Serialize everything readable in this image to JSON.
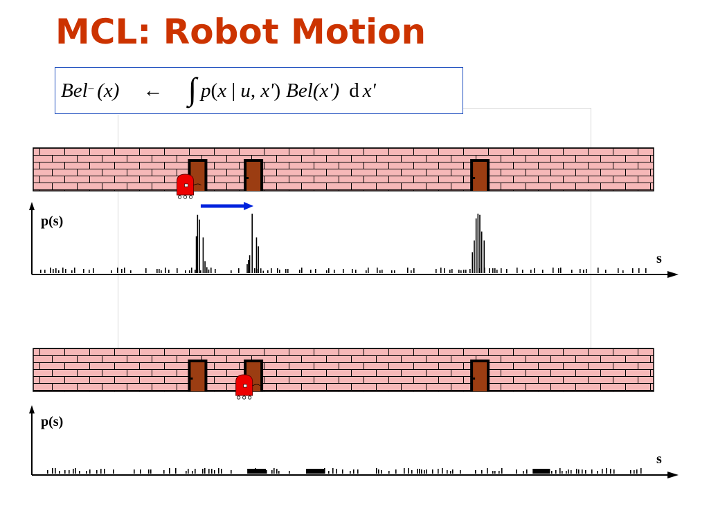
{
  "slide": {
    "title": "MCL: Robot Motion",
    "formula": {
      "lhs_fn": "Bel",
      "lhs_sup": "−",
      "lhs_arg": "(x)",
      "arrow": "←",
      "integral": "∫",
      "p": "p",
      "p_args_open": "(",
      "x": "x",
      "bar": " | ",
      "u": "u",
      "comma": ", ",
      "xprime": "x'",
      "p_args_close": ")",
      "bel_fn": "Bel",
      "bel_arg": "(x')",
      "d": "d",
      "dx": "x'"
    }
  },
  "colors": {
    "title": "#cc3300",
    "brick_fill": "#f6b8b8",
    "brick_line": "#000000",
    "door": "#9b3d12",
    "robot": "#ee0000",
    "motion_arrow": "#0022dd"
  },
  "panel_top": {
    "y_label": "p(s)",
    "x_label": "s",
    "doors_s": [
      0.265,
      0.355,
      0.72
    ],
    "robot_s": 0.245,
    "motion_arrow": {
      "from_s": 0.27,
      "to_s": 0.355
    },
    "peaks": [
      {
        "s": 0.262,
        "p": 0.62
      },
      {
        "s": 0.264,
        "p": 0.98
      },
      {
        "s": 0.267,
        "p": 0.9
      },
      {
        "s": 0.273,
        "p": 0.6
      },
      {
        "s": 0.276,
        "p": 0.2
      },
      {
        "s": 0.279,
        "p": 0.1
      },
      {
        "s": 0.282,
        "p": 0.06
      },
      {
        "s": 0.344,
        "p": 0.15
      },
      {
        "s": 0.346,
        "p": 0.22
      },
      {
        "s": 0.348,
        "p": 0.3
      },
      {
        "s": 0.352,
        "p": 1.0
      },
      {
        "s": 0.359,
        "p": 0.6
      },
      {
        "s": 0.362,
        "p": 0.45
      },
      {
        "s": 0.366,
        "p": 0.08
      },
      {
        "s": 0.37,
        "p": 0.04
      },
      {
        "s": 0.707,
        "p": 0.35
      },
      {
        "s": 0.71,
        "p": 0.55
      },
      {
        "s": 0.713,
        "p": 0.92
      },
      {
        "s": 0.716,
        "p": 1.0
      },
      {
        "s": 0.719,
        "p": 0.98
      },
      {
        "s": 0.722,
        "p": 0.7
      },
      {
        "s": 0.726,
        "p": 0.55
      }
    ]
  },
  "panel_bottom": {
    "y_label": "p(s)",
    "x_label": "s",
    "doors_s": [
      0.265,
      0.355,
      0.72
    ],
    "robot_s": 0.34
  }
}
